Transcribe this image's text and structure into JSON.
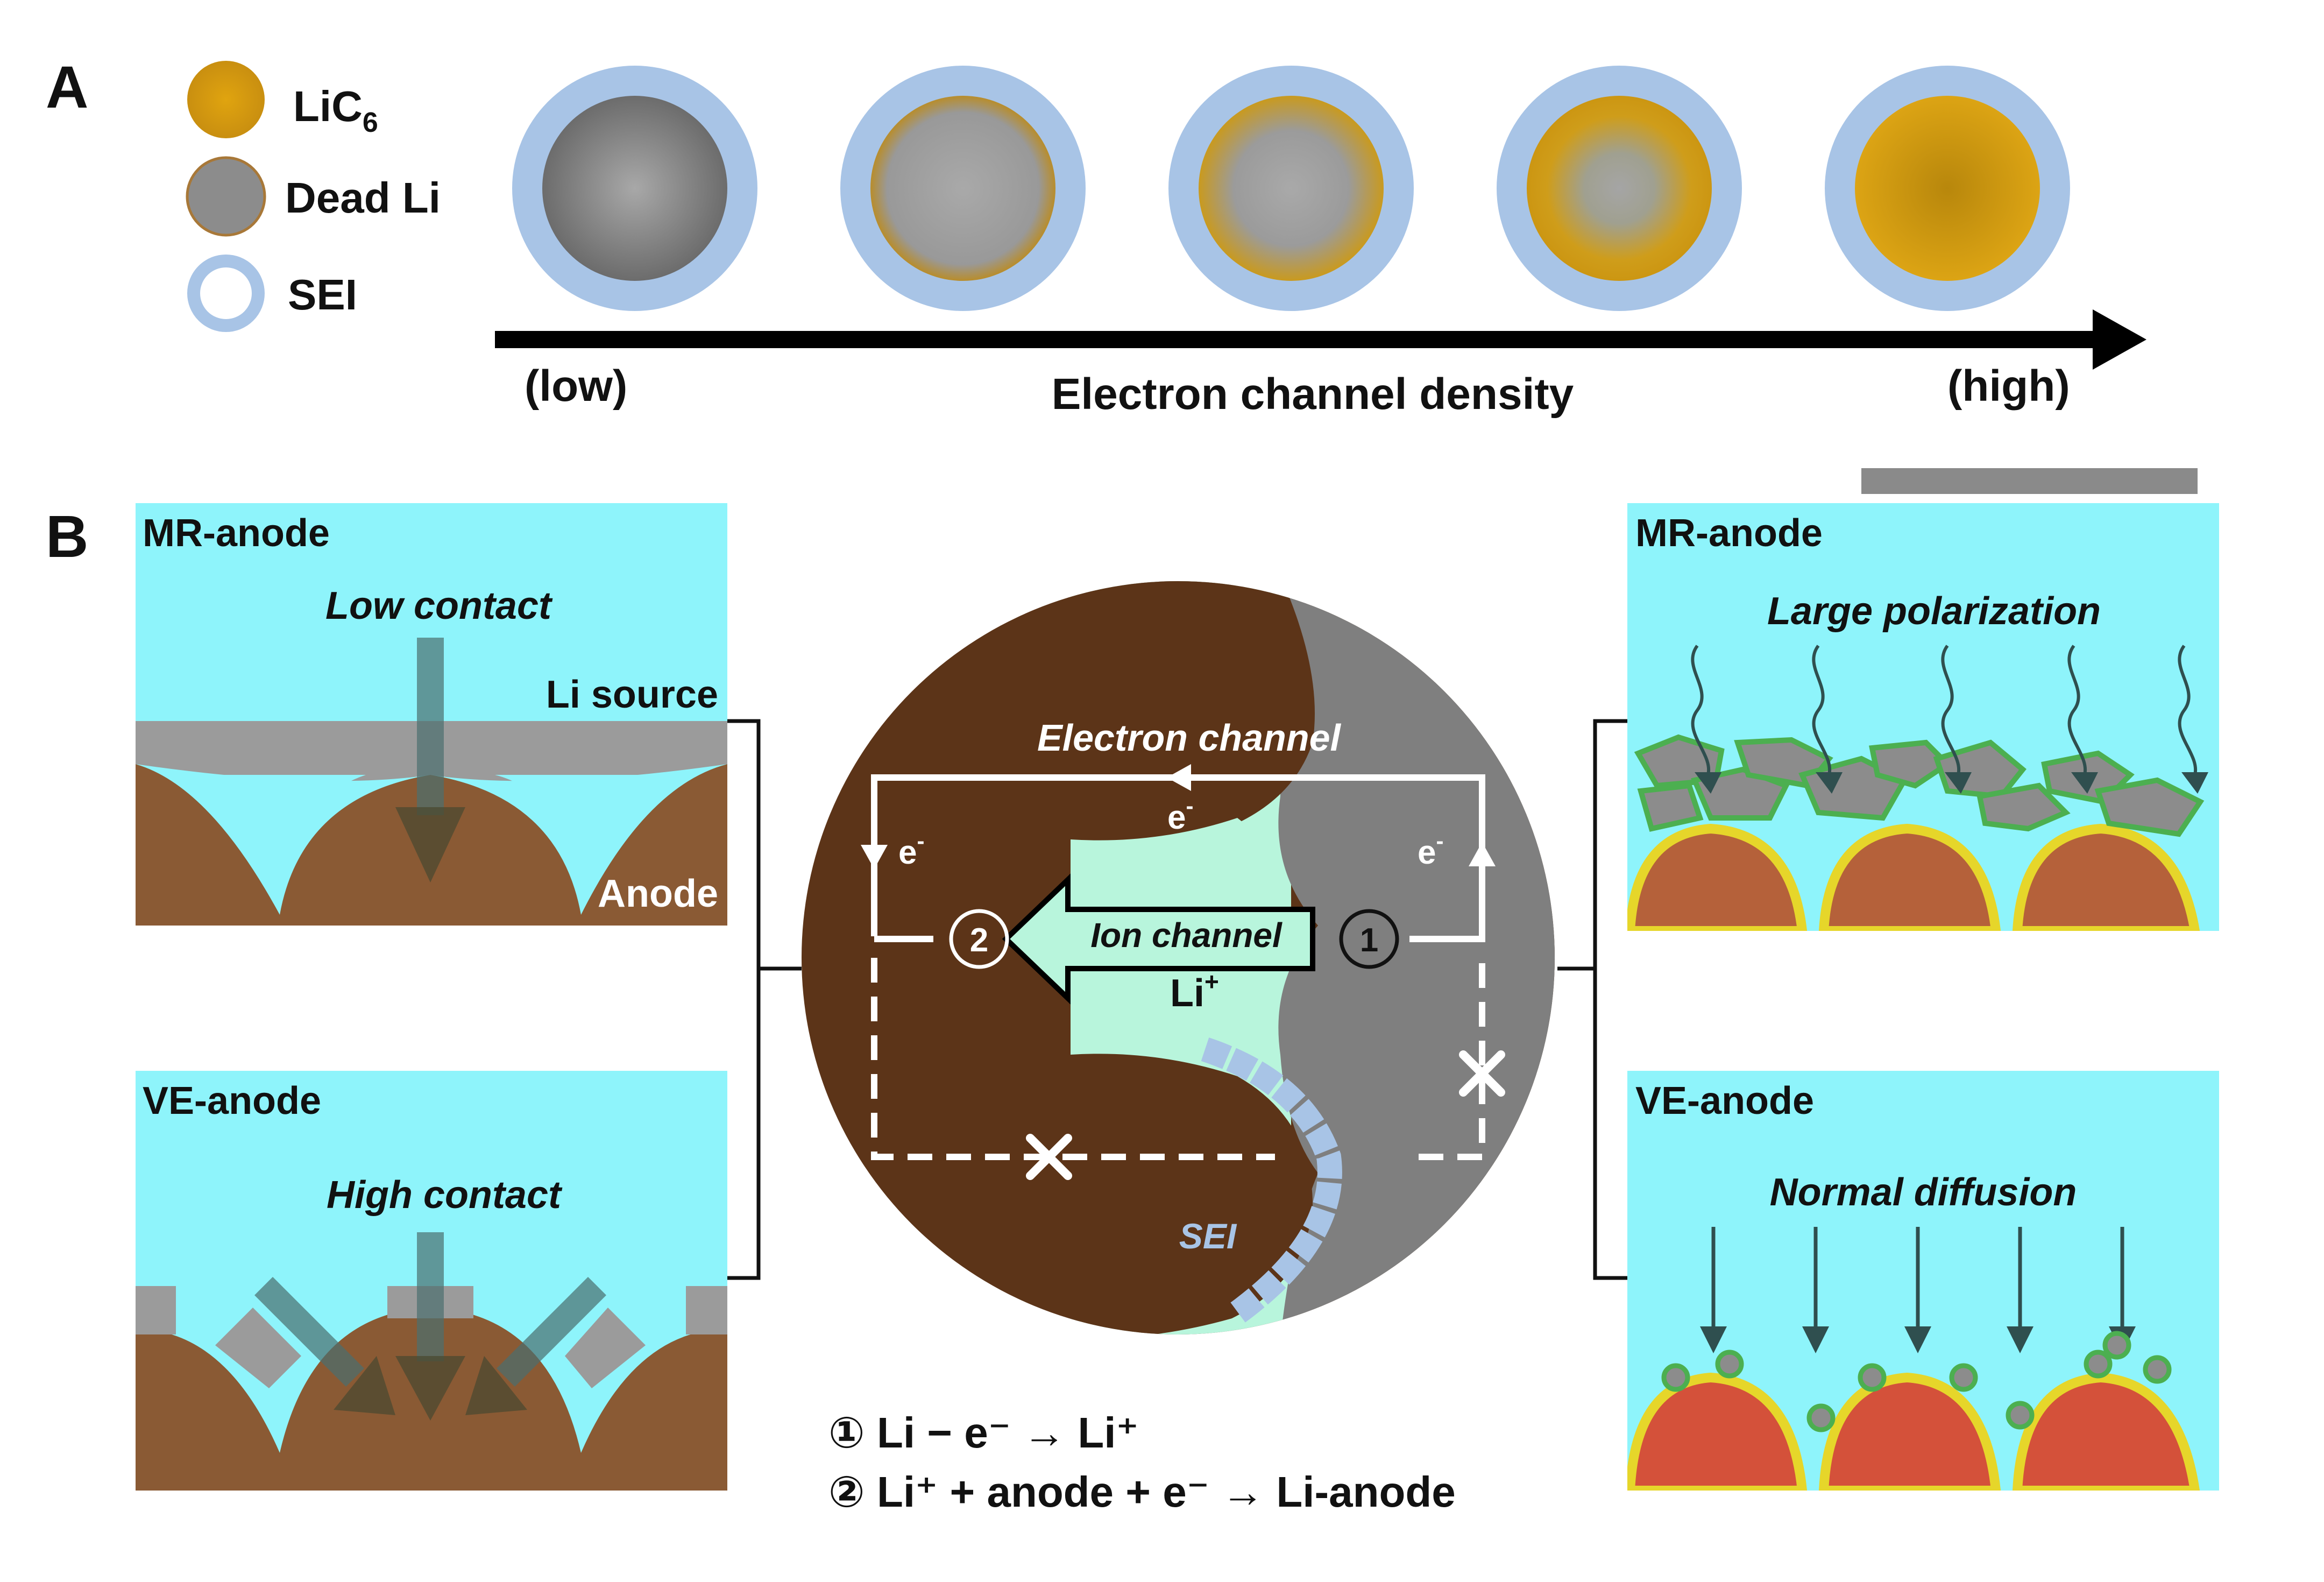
{
  "panel_a": {
    "label": "A",
    "legend": [
      {
        "label": "LiC",
        "sub": "6",
        "swatch": "lic6"
      },
      {
        "label": "Dead Li",
        "swatch": "dead-li"
      },
      {
        "label": "SEI",
        "swatch": "sei"
      }
    ],
    "stages": [
      0,
      0.25,
      0.5,
      0.75,
      1
    ],
    "axis": {
      "low": "(low)",
      "title": "Electron channel density",
      "high": "(high)"
    }
  },
  "panel_b": {
    "label": "B",
    "left_top": {
      "title": "MR-anode",
      "contact": "Low contact",
      "source": "Li source",
      "anode": "Anode"
    },
    "left_bottom": {
      "title": "VE-anode",
      "contact": "High contact"
    },
    "center": {
      "electron_channel": "Electron channel",
      "e_top": "e",
      "e_left": "e",
      "e_right": "e",
      "ion_channel": "Ion channel",
      "li_ion": "Li",
      "step1": "①",
      "step2": "②",
      "sei": "SEI"
    },
    "right_top": {
      "title": "MR-anode",
      "caption": "Large polarization"
    },
    "right_bottom": {
      "title": "VE-anode",
      "caption": "Normal diffusion"
    },
    "equations": {
      "eq1": "① Li − e⁻ → Li⁺",
      "eq2": "② Li⁺ + anode + e⁻ → Li-anode"
    }
  },
  "colors": {
    "lic6": "#d9a012",
    "dead_li": "#8c8c8c",
    "sei": "#a8c4e6",
    "cyan_bg": "#8ef4fb",
    "anode_brown": "#8a5a34",
    "dark_brown": "#5c3418",
    "mint": "#b8f5dc",
    "gray_region": "#7f7f7f",
    "orange_particle": "#c8643a",
    "yellow_rim": "#e6d62a",
    "green": "#4caf50",
    "arrow_teal": "#3d6e78"
  }
}
